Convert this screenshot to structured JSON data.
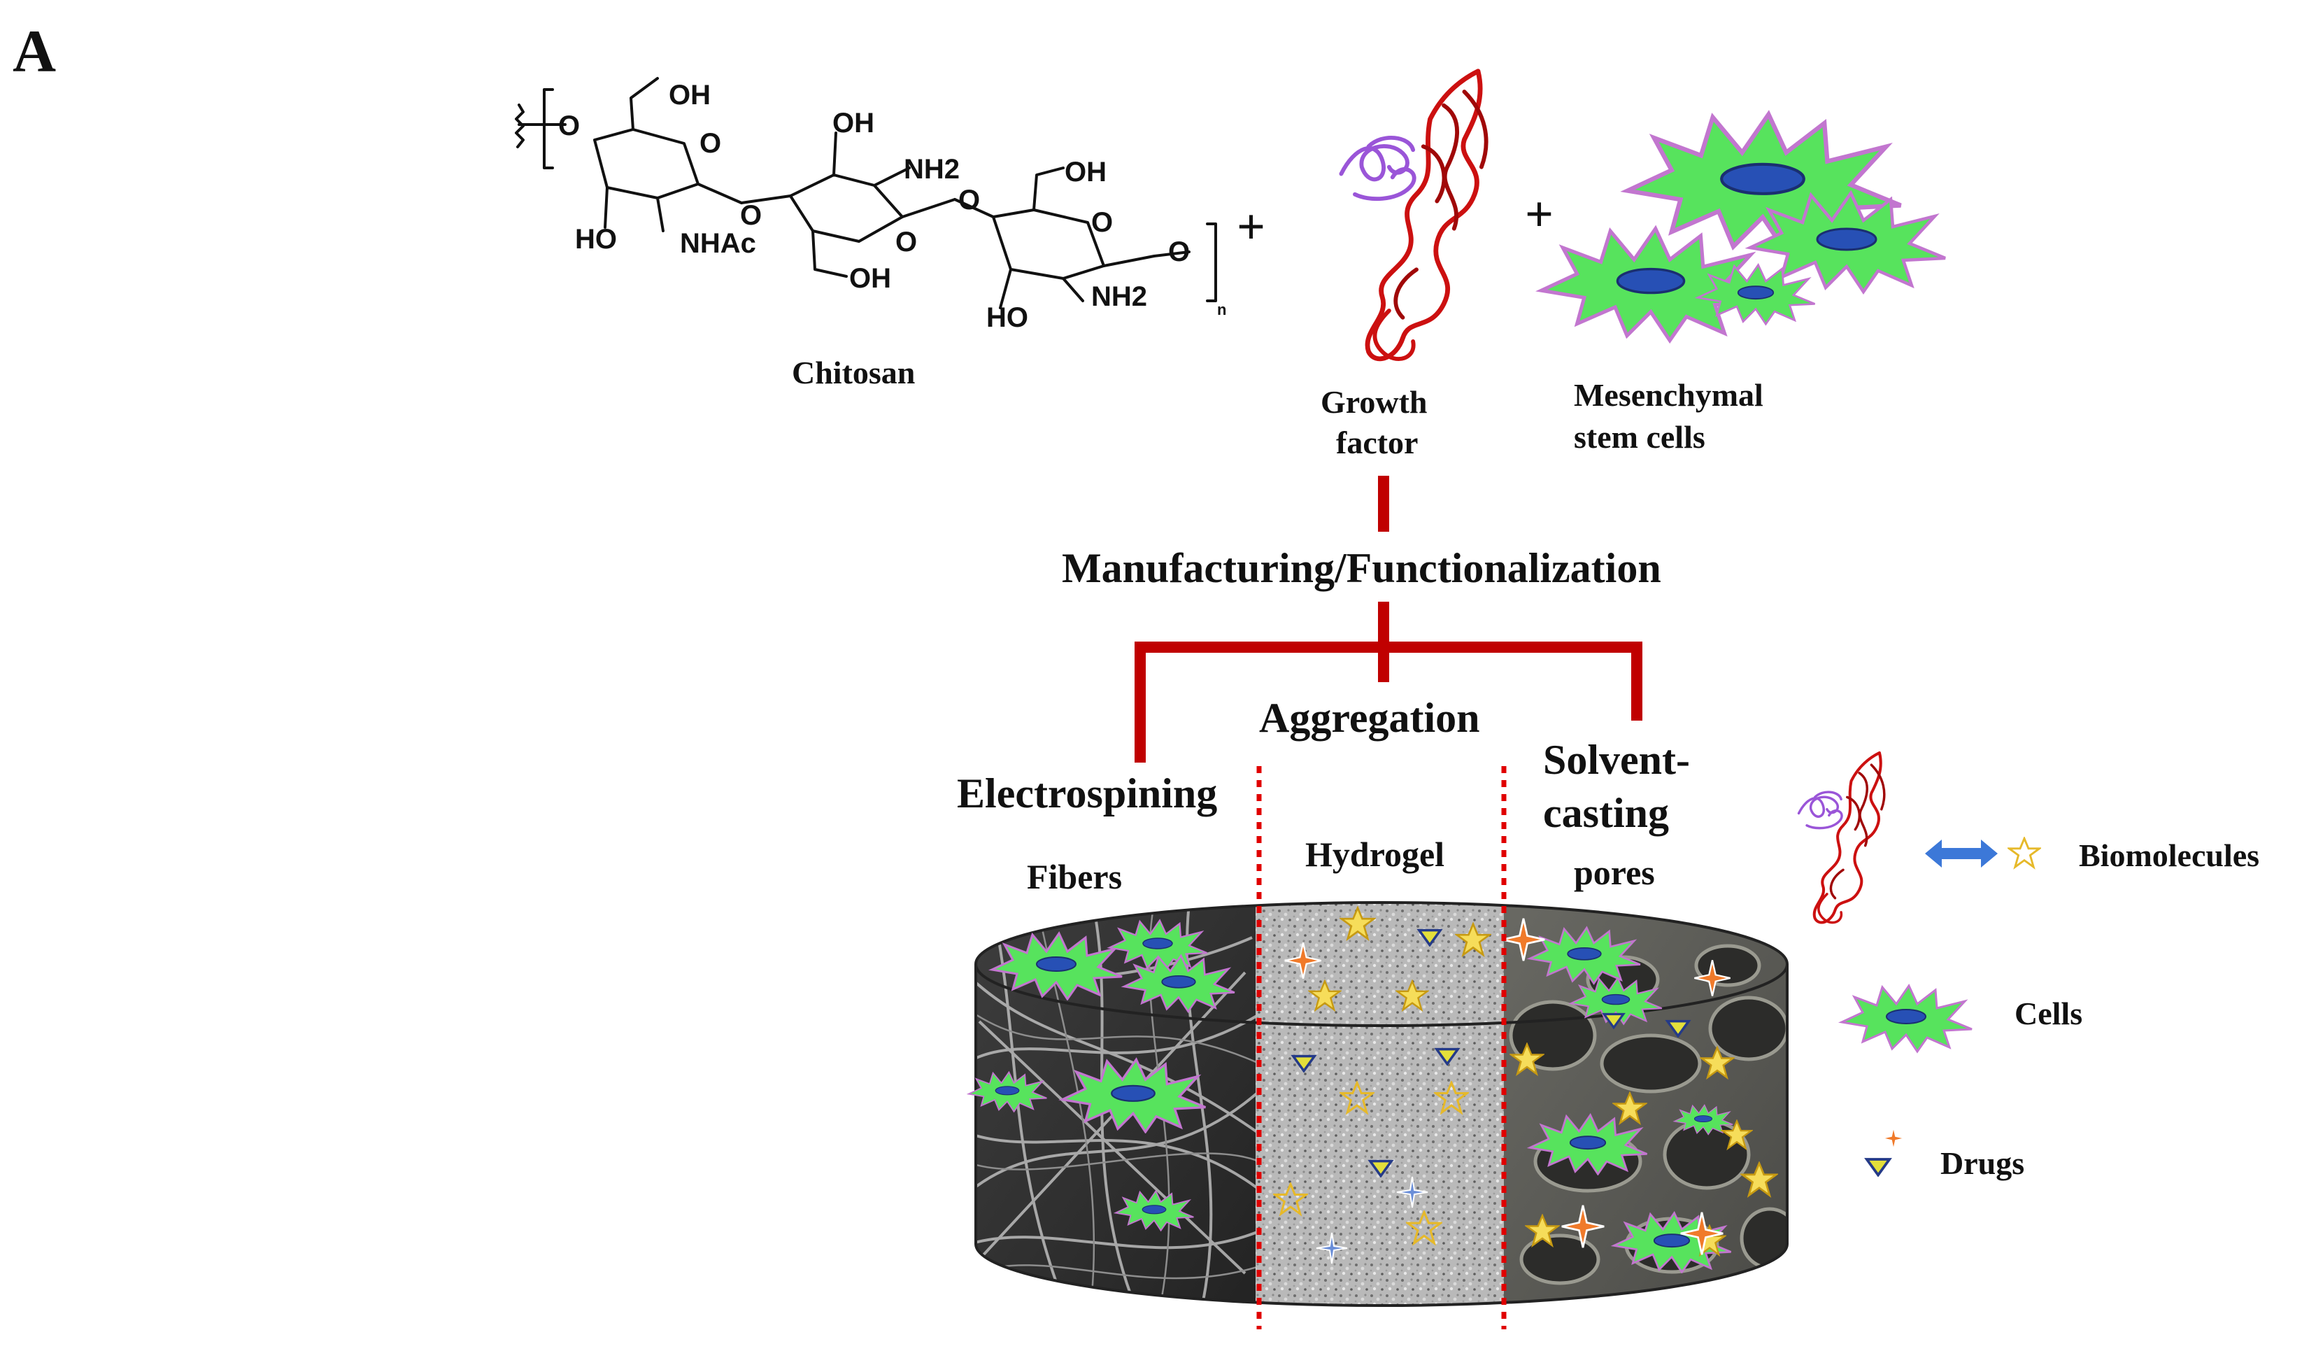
{
  "panel_letter": "A",
  "chitosan": {
    "name": "Chitosan",
    "groups": {
      "oh": "OH",
      "ho": "HO",
      "o": "O",
      "nhac": "NHAc",
      "nh2": "NH2",
      "n": "n"
    }
  },
  "plus": "+",
  "growth_factor": {
    "line1": "Growth",
    "line2": "factor"
  },
  "stem_cells": {
    "line1": "Mesenchymal",
    "line2": "stem cells"
  },
  "process_title": "Manufacturing/Functionalization",
  "methods": {
    "electrospinning": "Electrospining",
    "aggregation": "Aggregation",
    "solvent_casting_line1": "Solvent-",
    "solvent_casting_line2": "casting"
  },
  "structures": {
    "fibers": "Fibers",
    "hydrogel": "Hydrogel",
    "pores": "pores"
  },
  "legend": [
    {
      "label": "Biomolecules",
      "icon": "protein-star-icon"
    },
    {
      "label": "Cells",
      "icon": "cell-icon"
    },
    {
      "label": "Drugs",
      "icon": "drug-icon"
    }
  ],
  "colors": {
    "connector_red": "#c00000",
    "divider_red": "#e00000",
    "cell_green": "#57e35d",
    "nucleus_blue": "#2750b5",
    "protein_red": "#cc1010",
    "protein_purple": "#9a55d8",
    "arrow_blue": "#3c78d8",
    "star_yellow": "#f2cf3a",
    "drug_orange": "#f07a2a"
  }
}
